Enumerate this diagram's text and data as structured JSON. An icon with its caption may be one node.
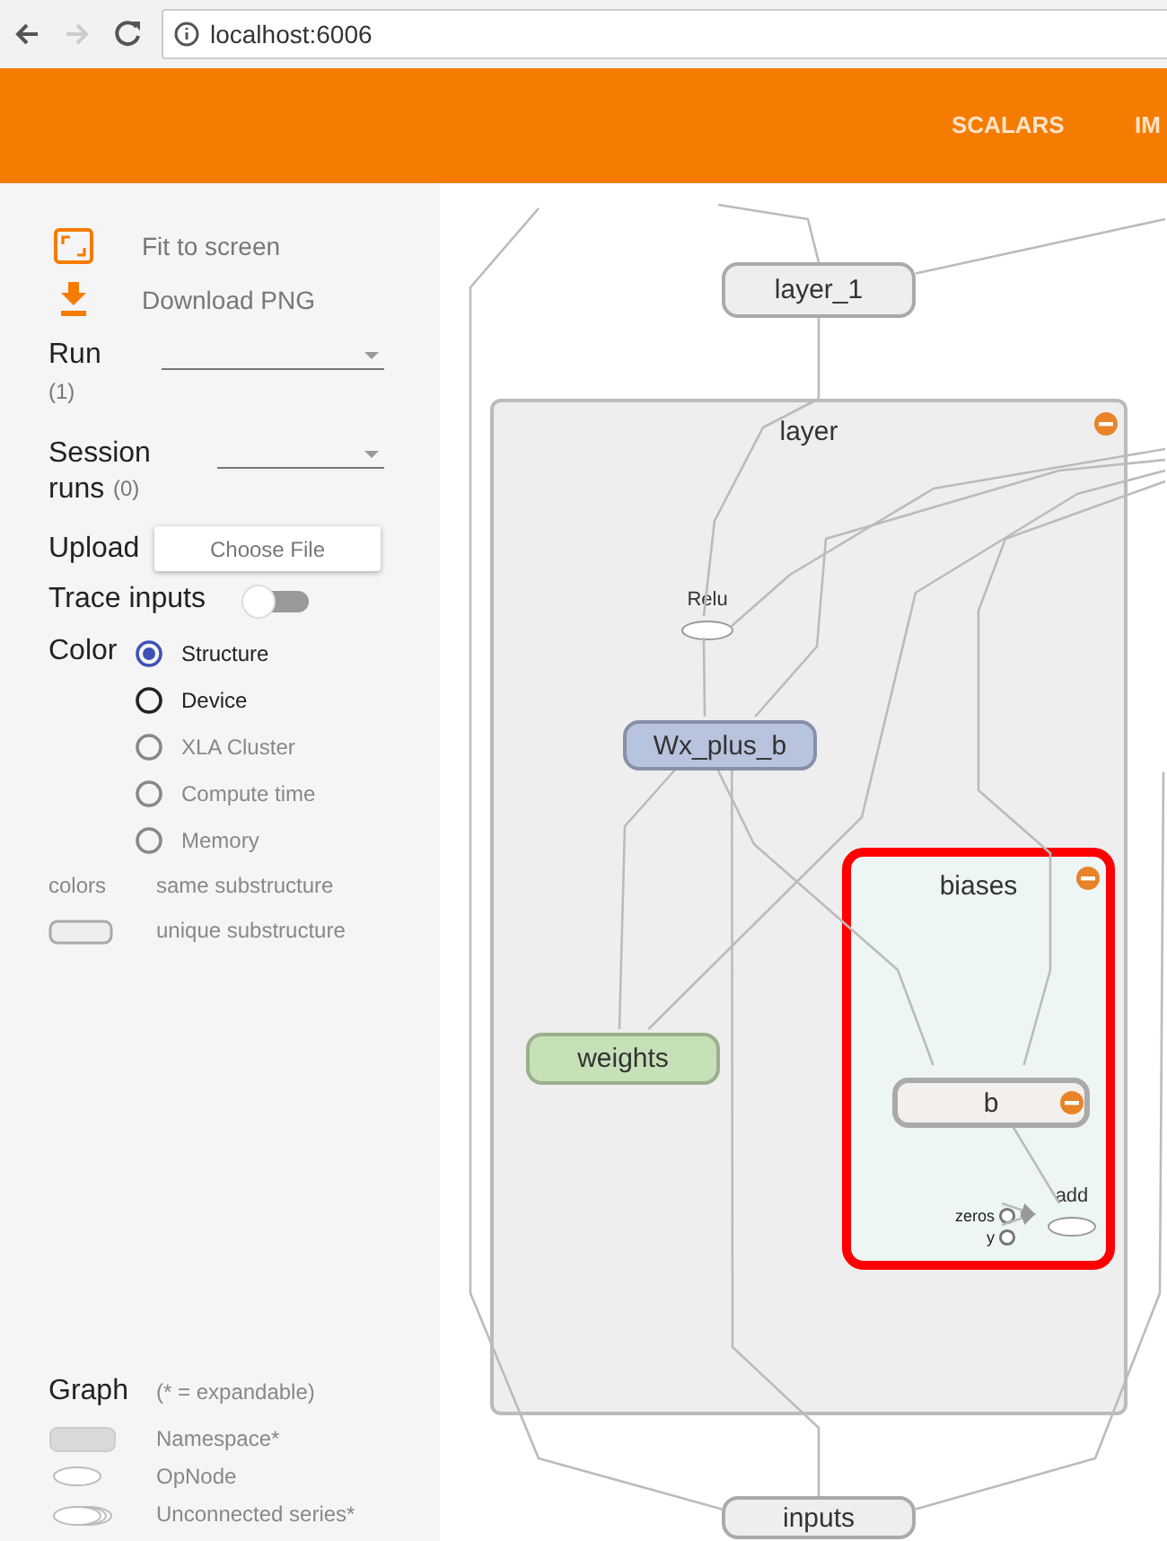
{
  "diagram": {
    "nodes": [
      {
        "text": [
          "layer_1"
        ]
      },
      {
        "text": [
          "layer"
        ]
      },
      {
        "text": [],
        "shape": "ellipse",
        "beside": [
          "Relu"
        ],
        "in": 1
      },
      {
        "text": [
          "Wx_plus_b"
        ],
        "in": 1
      },
      {
        "text": [
          "weights"
        ],
        "in": 1
      },
      {
        "text": [
          "biases"
        ],
        "in": 1
      },
      {
        "text": [
          "b"
        ],
        "in": 5
      },
      {
        "text": [],
        "shape": "circle",
        "beside": [
          "zeros"
        ],
        "in": 5
      },
      {
        "text": [],
        "shape": "circle",
        "beside": [
          "y"
        ],
        "in": 5
      },
      {
        "text": [],
        "shape": "ellipse",
        "beside": [
          "add"
        ],
        "in": 5
      },
      {
        "text": [
          "inputs"
        ]
      }
    ],
    "edges": [
      {
        "from": null,
        "to": 0,
        "arrow": "none"
      },
      {
        "from": 0,
        "to": null,
        "arrow": "none"
      },
      {
        "from": 0,
        "to": 2,
        "arrow": "none"
      },
      {
        "from": 2,
        "to": 3,
        "arrow": "none"
      },
      {
        "from": 3,
        "to": 4,
        "arrow": "none"
      },
      {
        "from": 3,
        "to": 10,
        "arrow": "none"
      },
      {
        "from": 3,
        "to": 6,
        "arrow": "none"
      },
      {
        "from": 4,
        "to": null,
        "arrow": "none"
      },
      {
        "from": 2,
        "to": null,
        "arrow": "none"
      },
      {
        "from": 3,
        "to": null,
        "arrow": "none"
      },
      {
        "from": null,
        "to": 6,
        "arrow": "none"
      },
      {
        "from": 6,
        "to": 9,
        "arrow": "none"
      },
      {
        "from": 7,
        "to": 9,
        "arrow": "to"
      },
      {
        "from": 8,
        "to": 9,
        "arrow": "to"
      },
      {
        "from": 10,
        "to": null,
        "arrow": "none"
      },
      {
        "from": 10,
        "to": null,
        "arrow": "none"
      }
    ],
    "labels": [
      "localhost:6006",
      "SCALARS",
      "IM",
      "Fit to screen",
      "Download PNG",
      "Run",
      "(1)",
      "Session runs",
      "(0)",
      "Upload",
      "Choose File",
      "Trace inputs",
      "Color",
      "Structure",
      "Device",
      "XLA Cluster",
      "Compute time",
      "Memory",
      "colors",
      "same substructure",
      "Graph",
      "(* = expandable)"
    ],
    "legend": [
      {
        "text": "unique substructure"
      },
      {
        "text": "Namespace*"
      },
      {
        "text": "OpNode"
      },
      {
        "text": "Unconnected series*"
      }
    ]
  }
}
